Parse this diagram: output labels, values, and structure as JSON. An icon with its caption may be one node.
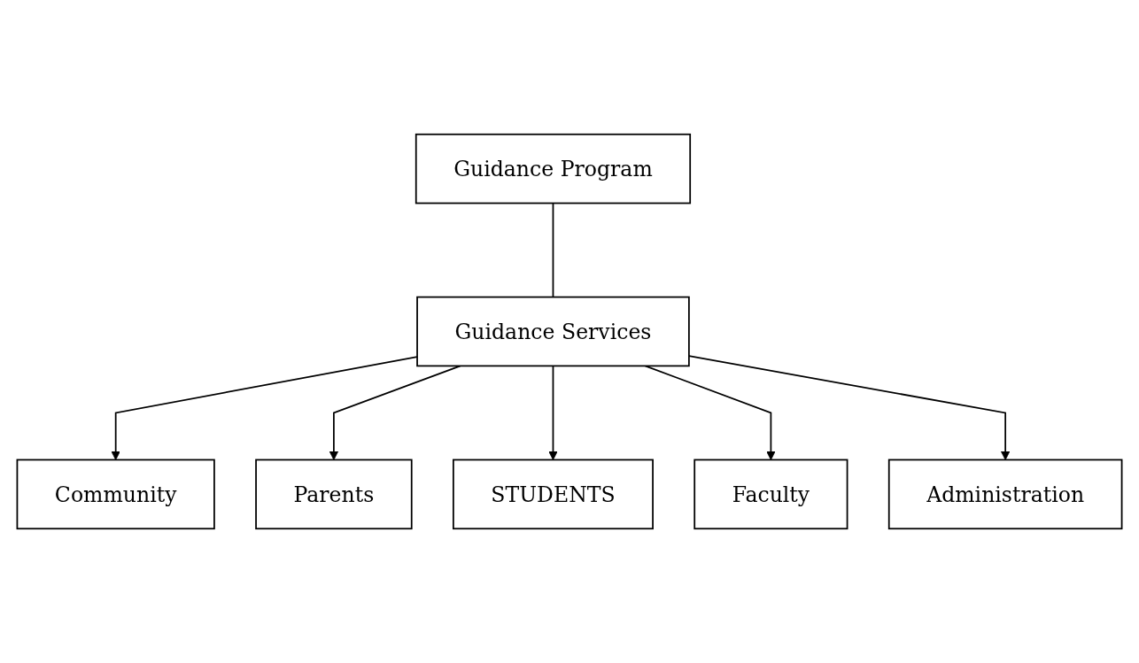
{
  "diagram": {
    "nodes": [
      {
        "text": [
          "Guidance Program"
        ]
      },
      {
        "text": [
          "Guidance Services"
        ]
      },
      {
        "text": [
          "Community"
        ]
      },
      {
        "text": [
          "Parents"
        ]
      },
      {
        "text": [
          "STUDENTS"
        ]
      },
      {
        "text": [
          "Faculty"
        ]
      },
      {
        "text": [
          "Administration"
        ]
      }
    ],
    "edges": [
      {
        "from": 0,
        "to": 1,
        "arrow": "none"
      },
      {
        "from": 1,
        "to": 2,
        "arrow": "to"
      },
      {
        "from": 1,
        "to": 3,
        "arrow": "to"
      },
      {
        "from": 1,
        "to": 4,
        "arrow": "to"
      },
      {
        "from": 1,
        "to": 5,
        "arrow": "to"
      },
      {
        "from": 1,
        "to": 6,
        "arrow": "to"
      }
    ]
  }
}
